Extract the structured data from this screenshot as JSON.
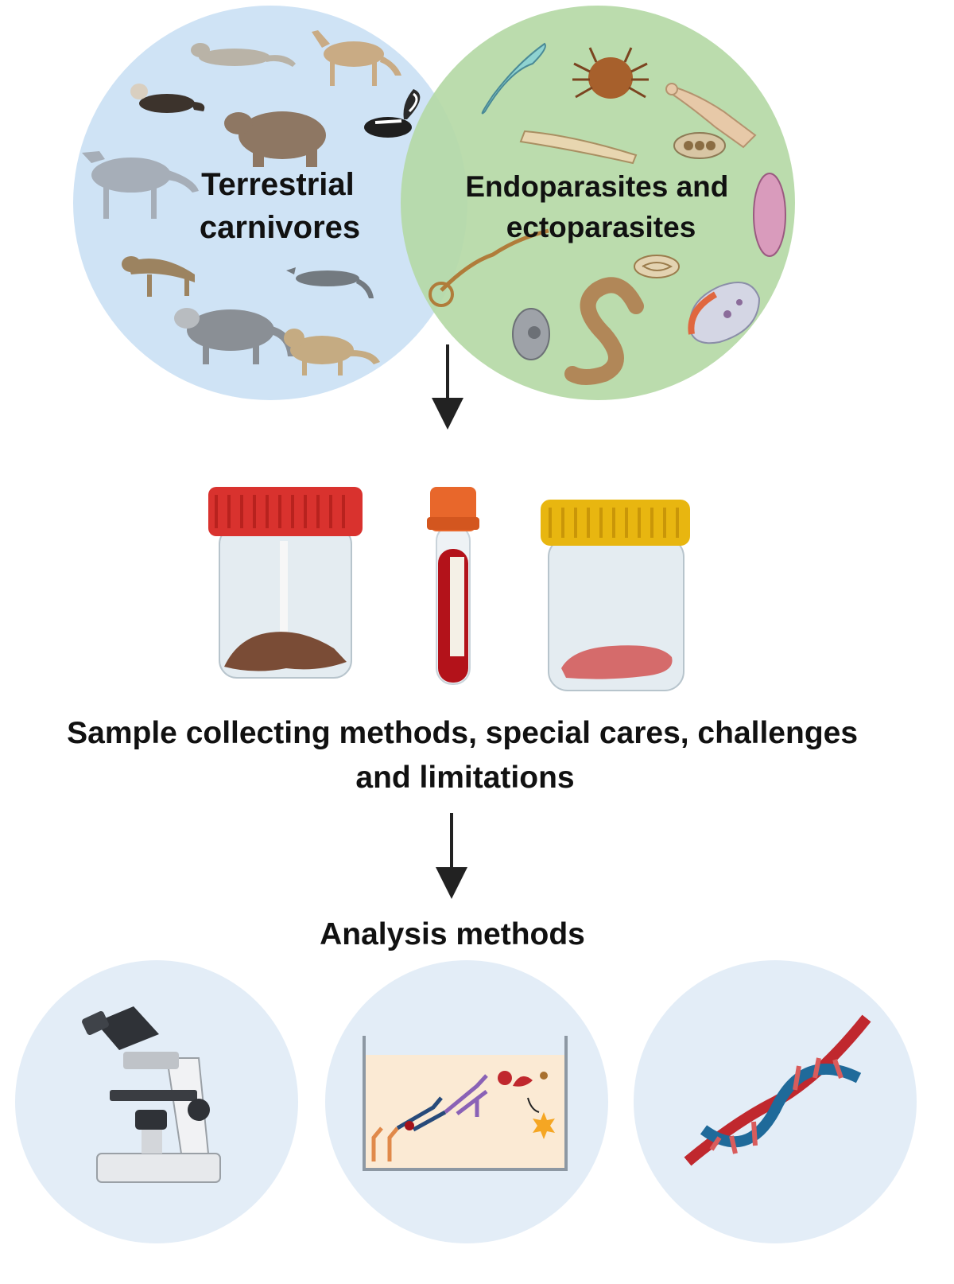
{
  "venn": {
    "left_label": [
      "Terrestrial",
      "carnivores"
    ],
    "right_label": [
      "Endoparasites and",
      "ectoparasites"
    ],
    "animal_icons": [
      "weasel-icon",
      "coyote-icon",
      "ferret-icon",
      "skunk-icon",
      "bear-icon",
      "wolf-icon",
      "hyena-icon",
      "civet-icon",
      "raccoon-icon",
      "wildcat-icon"
    ],
    "parasite_icons": [
      "trypanosome-icon",
      "tick-icon",
      "tapeworm-icon",
      "nematode-larva-icon",
      "egg-cluster-icon",
      "fluke-icon",
      "hookworm-icon",
      "coiled-egg-icon",
      "protozoan-cyst-icon",
      "roundworm-icon",
      "sporozoan-icon"
    ]
  },
  "samples": {
    "items": [
      "feces-container-icon",
      "blood-tube-icon",
      "tissue-container-icon"
    ],
    "caption": [
      "Sample collecting methods, special cares, challenges",
      "and limitations"
    ]
  },
  "analysis": {
    "title": "Analysis methods",
    "items": [
      "microscope-icon",
      "elisa-well-icon",
      "dna-helix-icon"
    ]
  },
  "colors": {
    "left_circle": "#cfe3f5",
    "right_circle": "#b5d9a6",
    "bottom_circles": "#e3edf7",
    "red_cap": "#d9322e",
    "yellow_cap": "#e8b610",
    "blood": "#b3121a"
  }
}
